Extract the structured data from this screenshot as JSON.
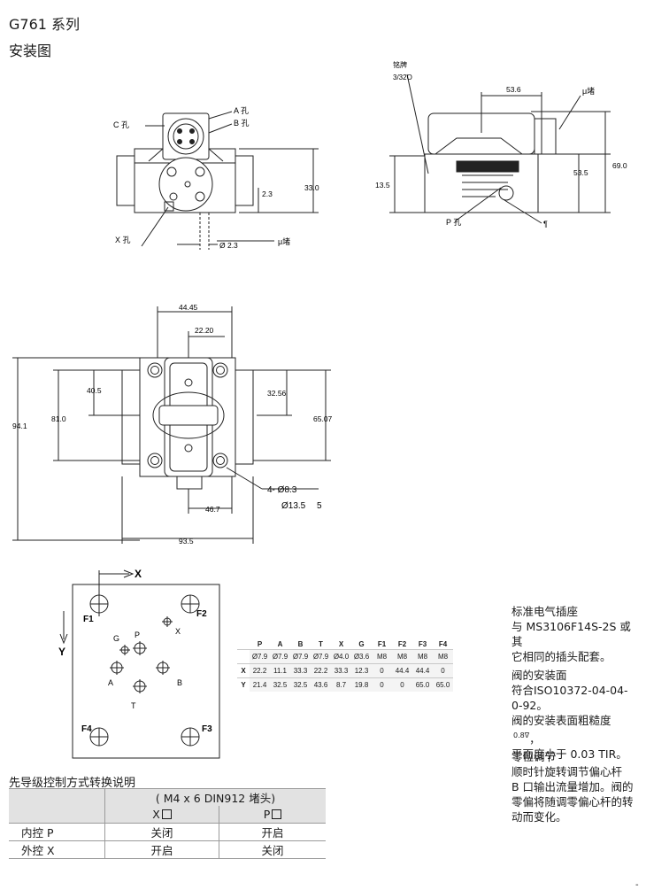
{
  "header": {
    "title": "G761 系列",
    "subtitle": "安装图"
  },
  "top_view": {
    "labels": {
      "a": "A 孔",
      "b": "B 孔",
      "c": "C 孔",
      "x": "X 孔",
      "plug": "μ堵"
    },
    "dims": {
      "d23": "2.3",
      "d330": "33.0",
      "phi23": "Ø 2.3"
    }
  },
  "side_view": {
    "labels": {
      "label1": "铭牌",
      "label2": "3/32O",
      "plug": "μ堵",
      "p": "P 孔",
      "screw": "¶"
    },
    "dims": {
      "d536": "53.6",
      "d690": "69.0",
      "d535": "53.5",
      "d135": "13.5"
    }
  },
  "plan_view": {
    "dims": {
      "d4445": "44.45",
      "d2220": "22.20",
      "d405": "40.5",
      "d3256": "32.56",
      "d941": "94.1",
      "d810": "81.0",
      "d6507": "65.07",
      "holes": "4- Ø8.3",
      "cbore": "Ø13.5",
      "depth": "5",
      "d467": "46.7",
      "d935": "93.5"
    }
  },
  "port_diagram": {
    "axis_x": "X",
    "axis_y": "Y",
    "ports": {
      "f1": "F1",
      "f2": "F2",
      "f3": "F3",
      "f4": "F4",
      "g": "G",
      "p": "P",
      "x": "X",
      "a": "A",
      "b": "B",
      "t": "T"
    }
  },
  "dim_table": {
    "headers": [
      "P",
      "A",
      "B",
      "T",
      "X",
      "G",
      "F1",
      "F2",
      "F3",
      "F4"
    ],
    "rows": [
      {
        "label": "",
        "cells": [
          "Ø7.9",
          "Ø7.9",
          "Ø7.9",
          "Ø7.9",
          "Ø4.0",
          "Ø3.6",
          "M8",
          "M8",
          "M8",
          "M8"
        ]
      },
      {
        "label": "X",
        "cells": [
          "22.2",
          "11.1",
          "33.3",
          "22.2",
          "33.3",
          "12.3",
          "0",
          "44.4",
          "44.4",
          "0"
        ]
      },
      {
        "label": "Y",
        "cells": [
          "21.4",
          "32.5",
          "32.5",
          "43.6",
          "8.7",
          "19.8",
          "0",
          "0",
          "65.0",
          "65.0"
        ]
      }
    ]
  },
  "notes": {
    "connector": {
      "title": "标准电气插座",
      "lines": [
        "与 MS3106F14S-2S 或其",
        "它相同的插头配套。"
      ]
    },
    "mounting": {
      "title": "阀的安装面",
      "lines": [
        "符合ISO10372-04-04-0-92。",
        "阀的安装表面粗糙度",
        "平面度小于 0.03 TIR。"
      ],
      "roughness": "0.8"
    },
    "null_adjust": {
      "title": "零位调节",
      "lines": [
        "顺时针旋转调节偏心杆",
        "B 口输出流量增加。阀的",
        "零偏将随调零偏心杆的转",
        "动而变化。"
      ]
    }
  },
  "pilot_table": {
    "title": "先导级控制方式转换说明",
    "header": "( M4 x 6  DIN912    堵头)",
    "col_x": "X",
    "col_p": "P",
    "rows": [
      {
        "label": "内控   P",
        "x": "关闭",
        "p": "开启"
      },
      {
        "label": "外控   X",
        "x": "开启",
        "p": "关闭"
      }
    ]
  },
  "footer": {
    "mark": "-"
  }
}
